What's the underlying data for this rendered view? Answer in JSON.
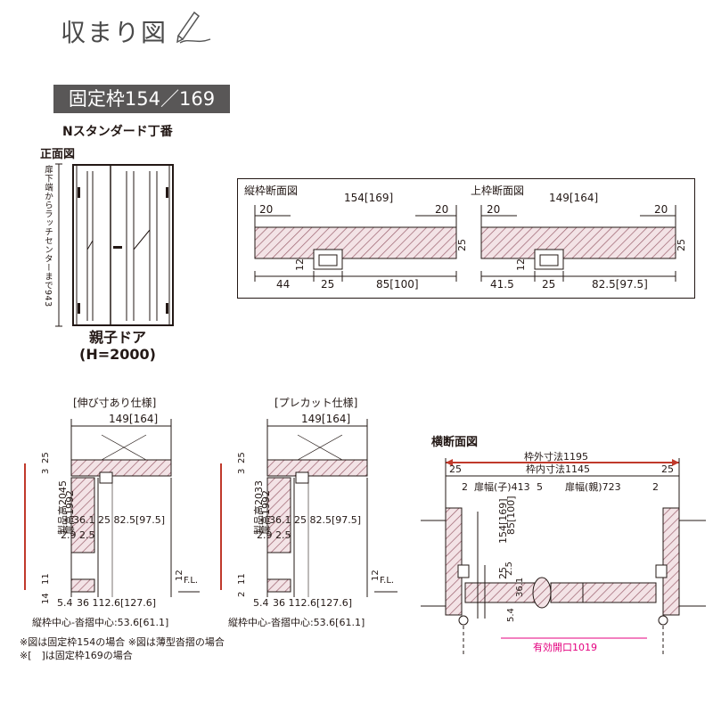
{
  "header": {
    "title": "収まり図"
  },
  "frame_tag": "固定枠154／169",
  "hinge_type": "Nスタンダード丁番",
  "front_view": {
    "label": "正面図",
    "vertical_note": "扉下端からラッチセンターまで943",
    "door_type": "親子ドア",
    "door_height": "(H=2000)"
  },
  "section_box": {
    "vertical": {
      "title": "縦枠断面図",
      "total": "154[169]",
      "left_in": "20",
      "right_in": "20",
      "depth": "25",
      "groove": "12",
      "seg1": "44",
      "seg2": "25",
      "seg3": "85[100]"
    },
    "top": {
      "title": "上枠断面図",
      "total": "149[164]",
      "left_in": "20",
      "right_in": "20",
      "depth": "25",
      "groove": "12",
      "seg1": "41.5",
      "seg2": "25",
      "seg3": "82.5[97.5]"
    }
  },
  "spec_left": {
    "title": "[伸び寸あり仕様]",
    "width": "149[164]",
    "product_height": "製品高2045",
    "door_height": "扉高1992",
    "top_dims": [
      "3",
      "25"
    ],
    "bottom_dims": [
      "11",
      "14"
    ],
    "gap_right": "12",
    "row_dims": "36.1 25 82.5[97.5]",
    "row_small": "2.9  2.5",
    "fl": "F.L.",
    "bottom_left": "5.4",
    "bottom_row": "36   112.6[127.6]",
    "center_note": "縦枠中心-沓摺中心:53.6[61.1]"
  },
  "spec_right": {
    "title": "[プレカット仕様]",
    "width": "149[164]",
    "product_height": "製品高2033",
    "door_height": "扉高1992",
    "top_dims": [
      "3",
      "25"
    ],
    "bottom_dims": [
      "11",
      "2"
    ],
    "gap_right": "12",
    "row_dims": "36.1 25 82.5[97.5]",
    "row_small": "2.9  2.5",
    "fl": "F.L.",
    "bottom_left": "5.4",
    "bottom_row": "36   112.6[127.6]",
    "center_note": "縦枠中心-沓摺中心:53.6[61.1]"
  },
  "cross_section": {
    "title": "横断面図",
    "outer": "枠外寸法1195",
    "inner": "枠内寸法1145",
    "left_25": "25",
    "right_25": "25",
    "left_2": "2",
    "child_leaf": "扉幅(子)413",
    "mid_5": "5",
    "parent_leaf": "扉幅(親)723",
    "right_2": "2",
    "vertical_dims": "154[169]",
    "vertical_dims2": "25",
    "vertical_dims3": "85[100]",
    "vertical_small": "36.1",
    "vertical_small2": "2.5",
    "vertical_small3": "5.4",
    "effective_opening": "有効開口1019",
    "accent_color": "#e4007f",
    "arrow_color": "#c0392b"
  },
  "notes": [
    "※図は固定枠154の場合 ※図は薄型沓摺の場合",
    "※[　]は固定枠169の場合"
  ]
}
